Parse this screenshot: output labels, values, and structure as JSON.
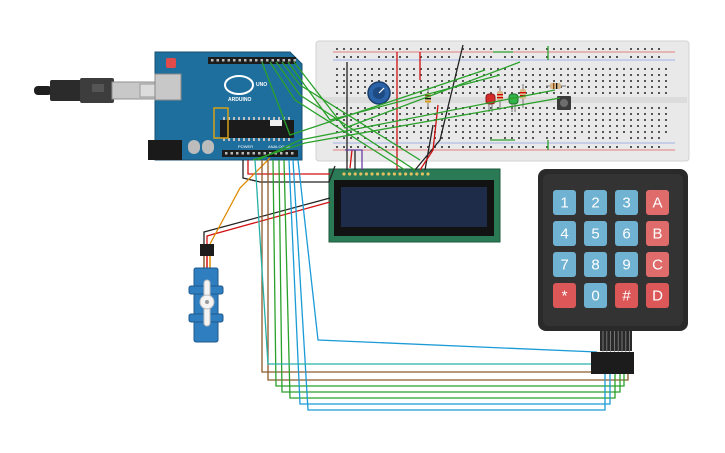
{
  "board": {
    "logo_text": "ARDUINO",
    "model_text": "UNO",
    "power_label": "POWER",
    "analog_label": "ANALOG IN"
  },
  "keypad": {
    "rows": [
      [
        "1",
        "2",
        "3",
        "A"
      ],
      [
        "4",
        "5",
        "6",
        "B"
      ],
      [
        "7",
        "8",
        "9",
        "C"
      ],
      [
        "*",
        "0",
        "#",
        "D"
      ]
    ],
    "num_color": "#6fb2d2",
    "letter_color": "#df6b6b",
    "bottom_row_color": "#dc5757",
    "body_color": "#2a2a2a"
  },
  "colors": {
    "board": "#1f6f9e",
    "breadboard": "#e9e9e9",
    "lcd_screen": "#1e2c4a",
    "lcd_bezel": "#2a7a55",
    "servo": "#2f7fc0",
    "wire_green": "#2aa12a",
    "wire_blue": "#1b9bd6",
    "wire_brown": "#8b5a2b",
    "wire_red": "#d01010",
    "wire_black": "#222222",
    "wire_purple": "#6b3fa0",
    "wire_orange": "#e08a00",
    "wire_teal": "#27b0a8"
  }
}
